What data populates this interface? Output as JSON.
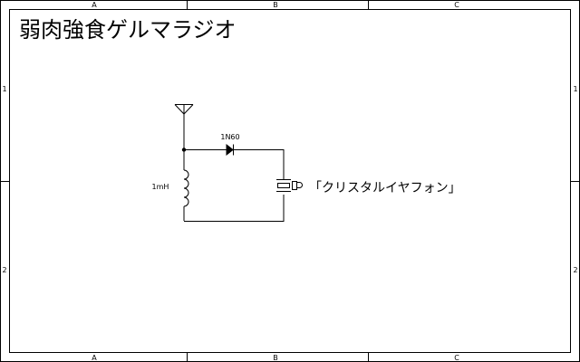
{
  "sheet": {
    "title": "弱肉強食ゲルマラジオ",
    "column_zones": [
      "A",
      "B",
      "C"
    ],
    "row_zones": [
      "1",
      "2"
    ]
  },
  "components": {
    "diode_label": "1N60",
    "inductor_label": "1mH",
    "earphone_label": "「クリスタルイヤフォン」"
  }
}
